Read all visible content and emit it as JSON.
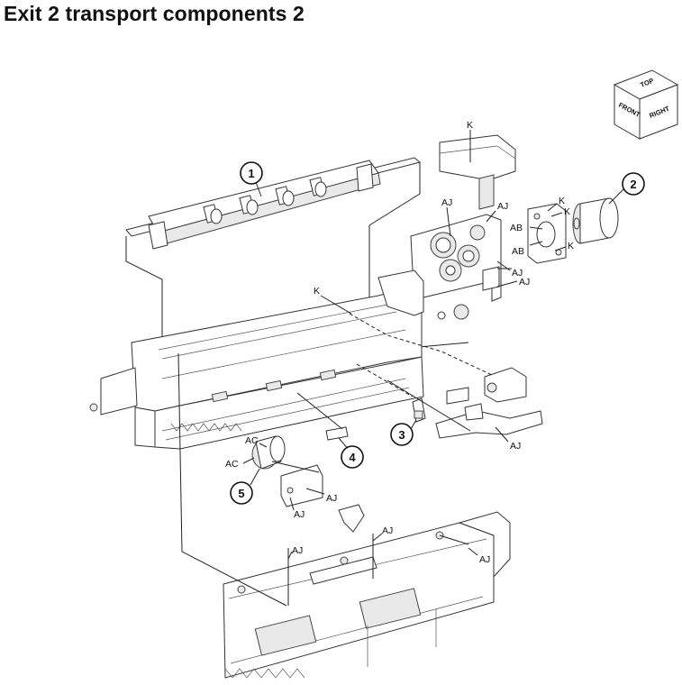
{
  "page": {
    "title": "Exit 2 transport components 2"
  },
  "orientation_cube": {
    "top": "TOP",
    "front": "FRONT",
    "right": "RIGHT",
    "icon": "orientation-cube-icon"
  },
  "callouts": [
    {
      "id": "1",
      "label": "1"
    },
    {
      "id": "2",
      "label": "2"
    },
    {
      "id": "3",
      "label": "3"
    },
    {
      "id": "4",
      "label": "4"
    },
    {
      "id": "5",
      "label": "5"
    }
  ],
  "letter_labels": [
    {
      "id": "k-top",
      "text": "K"
    },
    {
      "id": "aj-gear-left",
      "text": "AJ"
    },
    {
      "id": "aj-gear-right",
      "text": "AJ"
    },
    {
      "id": "k-motor-1",
      "text": "K"
    },
    {
      "id": "k-motor-2",
      "text": "K"
    },
    {
      "id": "ab-1",
      "text": "AB"
    },
    {
      "id": "ab-2",
      "text": "AB"
    },
    {
      "id": "k-motor-3",
      "text": "K"
    },
    {
      "id": "aj-plate",
      "text": "AJ"
    },
    {
      "id": "aj-bracket",
      "text": "AJ"
    },
    {
      "id": "k-mid",
      "text": "K"
    },
    {
      "id": "aj-right-assy",
      "text": "AJ"
    },
    {
      "id": "ac-1",
      "text": "AC"
    },
    {
      "id": "ac-2",
      "text": "AC"
    },
    {
      "id": "aj-motor5-1",
      "text": "AJ"
    },
    {
      "id": "aj-motor5-2",
      "text": "AJ"
    },
    {
      "id": "aj-cover-1",
      "text": "AJ"
    },
    {
      "id": "aj-cover-2",
      "text": "AJ"
    },
    {
      "id": "aj-cover-3",
      "text": "AJ"
    }
  ]
}
